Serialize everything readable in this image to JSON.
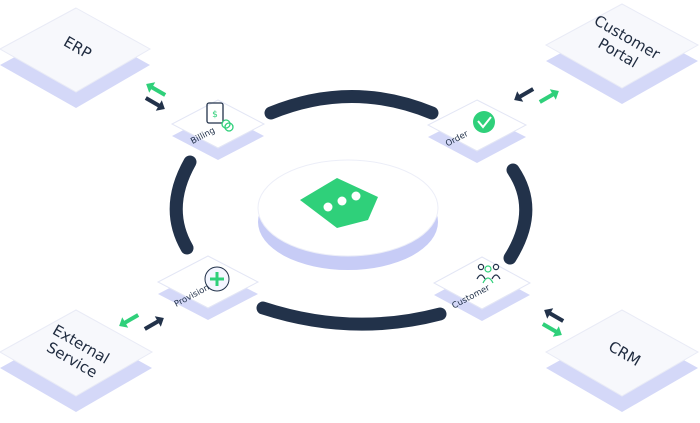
{
  "outer_nodes": {
    "erp": "ERP",
    "customer_portal_line1": "Customer",
    "customer_portal_line2": "Portal",
    "external_service_line1": "External",
    "external_service_line2": "Service",
    "crm": "CRM"
  },
  "modules": {
    "billing": "Billing",
    "order": "Order",
    "provision": "Provision",
    "customer": "Customer"
  },
  "colors": {
    "accent_green": "#2fd07a",
    "ring_navy": "#22324a",
    "tile_face": "#ffffff",
    "tile_side": "#d4d8f8",
    "center_side": "#c7ccf6"
  },
  "icons": {
    "center": "chat-bubble-icon",
    "billing": "invoice-coins-icon",
    "order": "checkmark-circle-icon",
    "provision": "plus-circle-icon",
    "customer": "people-icon"
  }
}
